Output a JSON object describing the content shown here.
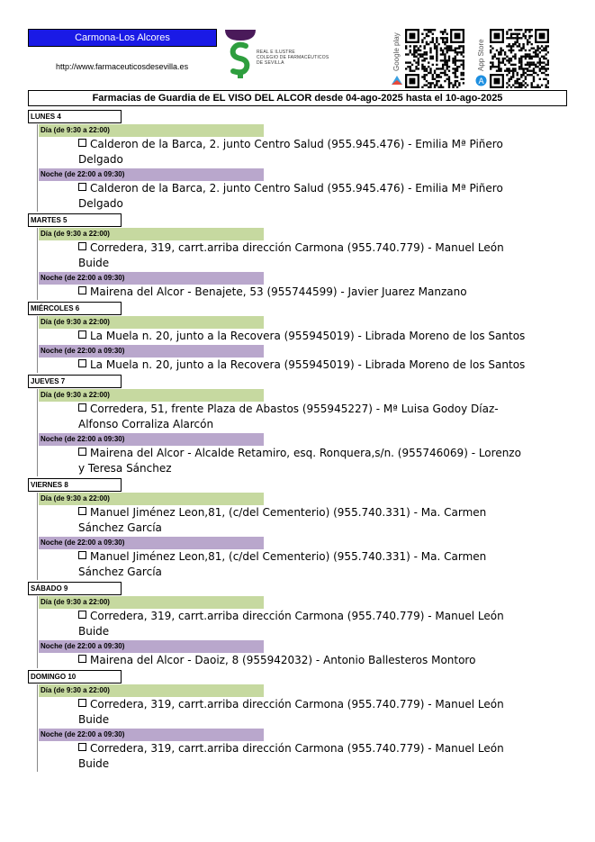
{
  "header": {
    "region": "Carmona-Los Alcores",
    "website": "http://www.farmaceuticosdesevilla.es",
    "college_name": [
      "REAL E ILUSTRE",
      "COLEGIO DE FARMACÉUTICOS",
      "DE SEVILLA"
    ],
    "google_play_label": "Google play",
    "app_store_label": "App Store"
  },
  "title": "Farmacias de Guardia de EL VISO DEL ALCOR desde 04-ago-2025 hasta el 10-ago-2025",
  "colors": {
    "region_bg": "#1a1ae6",
    "dia_bg": "#c6d9a0",
    "noche_bg": "#b9a7cc",
    "logo_purple": "#4a1a5a",
    "logo_green": "#2e9e3e"
  },
  "days": [
    {
      "name": "LUNES 4",
      "shifts": [
        {
          "label": "Día (de 9:30 a 22:00)",
          "entry": "Calderon de la Barca, 2. junto Centro Salud (955.945.476) - Emilia Mª Piñero Delgado"
        },
        {
          "label": "Noche (de 22:00 a 09:30)",
          "entry": "Calderon de la Barca, 2. junto Centro Salud (955.945.476) - Emilia Mª Piñero Delgado"
        }
      ]
    },
    {
      "name": "MARTES 5",
      "shifts": [
        {
          "label": "Día (de 9:30 a 22:00)",
          "entry": "Corredera, 319, carrt.arriba dirección Carmona (955.740.779) - Manuel León Buide"
        },
        {
          "label": "Noche (de 22:00 a 09:30)",
          "entry": "Mairena del Alcor - Benajete, 53 (955744599) - Javier Juarez Manzano"
        }
      ]
    },
    {
      "name": "MIÉRCOLES 6",
      "shifts": [
        {
          "label": "Día (de 9:30 a 22:00)",
          "entry": "La Muela n. 20, junto a la Recovera (955945019) - Librada Moreno de los Santos"
        },
        {
          "label": "Noche (de 22:00 a 09:30)",
          "entry": "La Muela n. 20, junto a la Recovera (955945019) - Librada Moreno de los Santos"
        }
      ]
    },
    {
      "name": "JUEVES 7",
      "shifts": [
        {
          "label": "Día (de 9:30 a 22:00)",
          "entry": "Corredera, 51, frente Plaza de Abastos (955945227) - Mª Luisa Godoy Díaz-Alfonso Corraliza Alarcón"
        },
        {
          "label": "Noche (de 22:00 a 09:30)",
          "entry": "Mairena del Alcor - Alcalde Retamiro, esq. Ronquera,s/n. (955746069) - Lorenzo y Teresa Sánchez"
        }
      ]
    },
    {
      "name": "VIERNES 8",
      "shifts": [
        {
          "label": "Día (de 9:30 a 22:00)",
          "entry": "Manuel Jiménez Leon,81, (c/del Cementerio) (955.740.331) - Ma. Carmen Sánchez García"
        },
        {
          "label": "Noche (de 22:00 a 09:30)",
          "entry": "Manuel Jiménez Leon,81, (c/del Cementerio) (955.740.331) - Ma. Carmen Sánchez García"
        }
      ]
    },
    {
      "name": "SÁBADO 9",
      "shifts": [
        {
          "label": "Día (de 9:30 a 22:00)",
          "entry": "Corredera, 319, carrt.arriba dirección Carmona (955.740.779) - Manuel León Buide"
        },
        {
          "label": "Noche (de 22:00 a 09:30)",
          "entry": "Mairena del Alcor - Daoiz, 8 (955942032) - Antonio Ballesteros Montoro"
        }
      ]
    },
    {
      "name": "DOMINGO 10",
      "shifts": [
        {
          "label": "Día (de 9:30 a 22:00)",
          "entry": "Corredera, 319, carrt.arriba dirección Carmona (955.740.779) - Manuel León Buide"
        },
        {
          "label": "Noche (de 22:00 a 09:30)",
          "entry": "Corredera, 319, carrt.arriba dirección Carmona (955.740.779) - Manuel León Buide"
        }
      ]
    }
  ]
}
